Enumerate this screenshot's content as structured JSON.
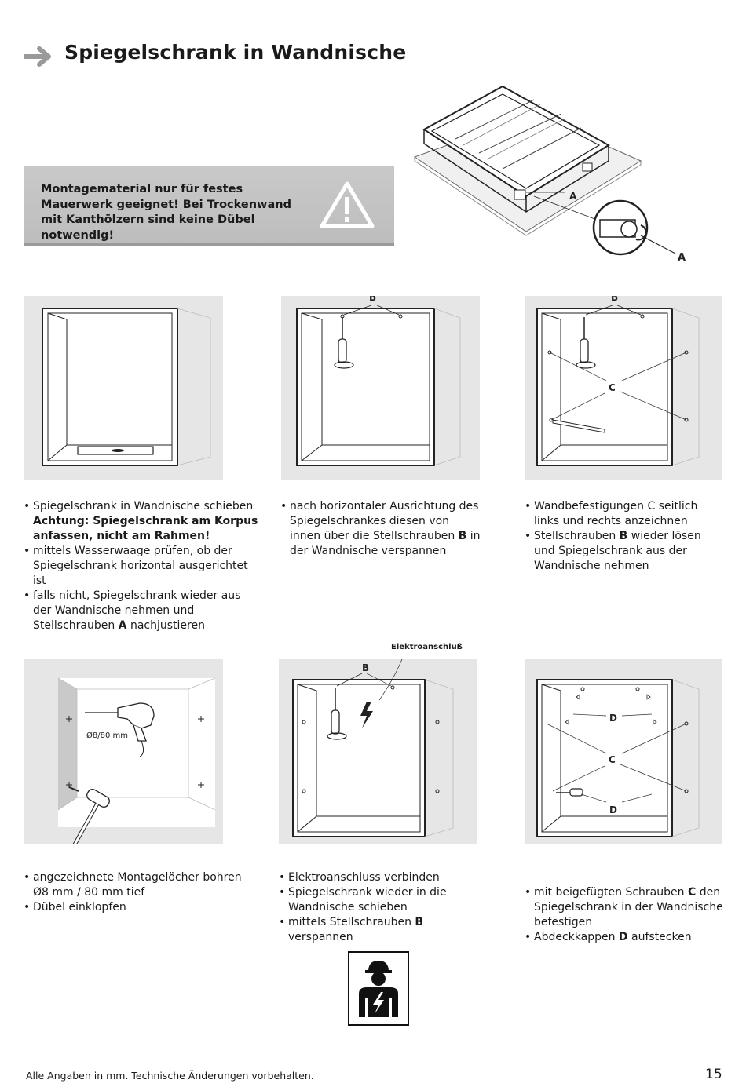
{
  "title": "Spiegelschrank in Wandnische",
  "warning": {
    "text": "Montagematerial nur für festes Mauerwerk geeignet! Bei Trockenwand mit Kanthölzern sind keine Dübel notwendig!"
  },
  "overview_labels": {
    "a1": "A",
    "a2": "A"
  },
  "panel_labels": {
    "p2_b": "B",
    "p3_b": "B",
    "p3_c": "C",
    "p4_size": "Ø8/80 mm",
    "p5_elektro": "Elektroanschluß",
    "p5_b": "B",
    "p6_d1": "D",
    "p6_c": "C",
    "p6_d2": "D"
  },
  "steps": {
    "s1": {
      "i1": "Spiegelschrank in Wandnische schieben",
      "i1_bold": "Achtung: Spiegelschrank am Korpus anfassen, nicht am Rahmen!",
      "i2": "mittels Wasserwaage prüfen, ob der Spiegelschrank horizontal ausgerichtet ist",
      "i3_pre": "falls nicht, Spiegelschrank wieder aus der Wandnische nehmen und Stellschrauben",
      "i3_bold": "A",
      "i3_post": "nachjustieren"
    },
    "s2": {
      "i1_pre": "nach horizontaler Ausrichtung des Spiegelschrankes diesen von innen über die Stellschrauben",
      "i1_bold": "B",
      "i1_post": "in der Wandnische verspannen"
    },
    "s3": {
      "i1": "Wandbefestigungen C seitlich links und rechts anzeichnen",
      "i2_pre": "Stellschrauben",
      "i2_bold": "B",
      "i2_post": "wieder lösen und Spiegelschrank aus der Wandnische nehmen"
    },
    "s4": {
      "i1": "angezeichnete Montagelöcher bohren Ø8 mm / 80 mm tief",
      "i2": "Dübel einklopfen"
    },
    "s5": {
      "i1": "Elektroanschluss verbinden",
      "i2": "Spiegelschrank wieder in die Wandnische schieben",
      "i3_pre": "mittels Stellschrauben",
      "i3_bold": "B",
      "i3_post": "verspannen"
    },
    "s6": {
      "i1_pre": "mit beigefügten Schrauben",
      "i1_bold": "C",
      "i1_post": "den Spiegelschrank in der Wandnische befestigen",
      "i2_pre": "Abdeckkappen",
      "i2_bold": "D",
      "i2_post": "aufstecken"
    }
  },
  "footer": "Alle Angaben in mm. Technische Änderungen vorbehalten.",
  "page_number": "15",
  "icons": [
    "arrow-right-icon",
    "warning-triangle-icon",
    "electrician-icon",
    "screwdriver-icon",
    "drill-icon",
    "hammer-icon",
    "lightning-icon",
    "spirit-level-icon"
  ]
}
